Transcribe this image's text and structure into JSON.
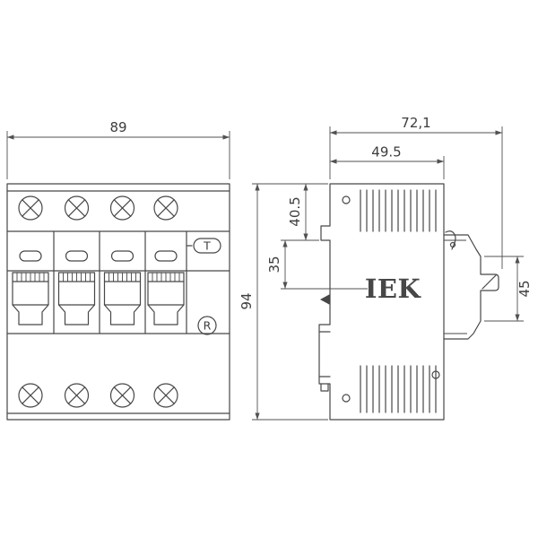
{
  "drawing": {
    "brand": "IEK",
    "views": {
      "front": {
        "test_button_label": "T",
        "registered_mark_label": "R",
        "dims": {
          "width": "89"
        }
      },
      "side": {
        "dims": {
          "overall_depth": "72,1",
          "body_depth": "49.5",
          "top_to_rail_claw": "40.5",
          "claw_to_rail_center": "35",
          "height": "94",
          "front_face_height": "45"
        }
      }
    },
    "colors": {
      "line": "#474747",
      "dimension_line": "#515151",
      "background": "#ffffff"
    }
  }
}
